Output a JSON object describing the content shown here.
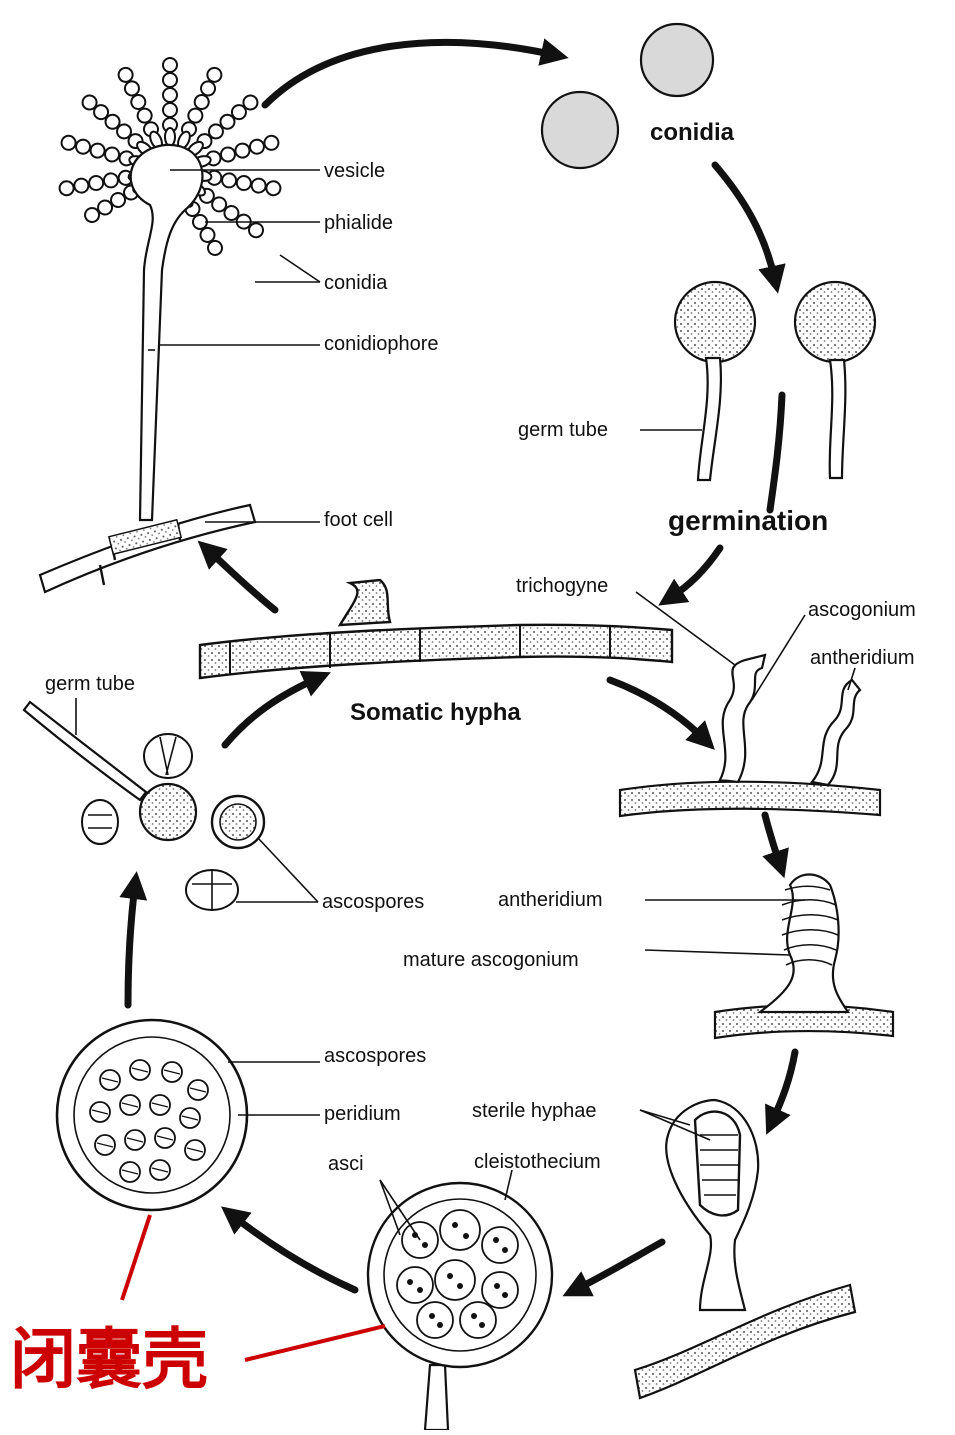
{
  "labels": {
    "vesicle": "vesicle",
    "phialide": "phialide",
    "conidia_top": "conidia",
    "conidia_left": "conidia",
    "conidiophore": "conidiophore",
    "foot_cell": "foot cell",
    "germ_tube_right": "germ tube",
    "germination": "germination",
    "trichogyne": "trichogyne",
    "ascogonium": "ascogonium",
    "antheridium_top": "antheridium",
    "somatic_hypha": "Somatic hypha",
    "germ_tube_left": "germ tube",
    "ascospores_mid": "ascospores",
    "antheridium_mid": "antheridium",
    "mature_ascogonium": "mature ascogonium",
    "ascospores_low": "ascospores",
    "peridium": "peridium",
    "sterile_hyphae": "sterile hyphae",
    "asci": "asci",
    "cleistothecium": "cleistothecium",
    "chinese_label": "闭囊壳"
  },
  "colors": {
    "ink": "#111111",
    "annotation": "#cc0000"
  }
}
